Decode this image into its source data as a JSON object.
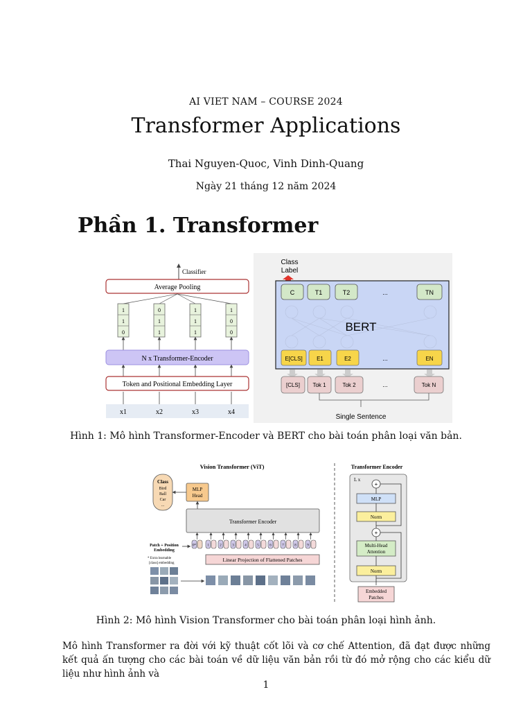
{
  "header": {
    "course": "AI VIET NAM – COURSE 2024",
    "title": "Transformer Applications",
    "authors": "Thai Nguyen-Quoc, Vinh Dinh-Quang",
    "date": "Ngày 21 tháng 12 năm 2024"
  },
  "section": {
    "title": "Phần 1. Transformer"
  },
  "figure1": {
    "left": {
      "classifier": "Classifier",
      "avg_pooling": "Average Pooling",
      "vectors": [
        [
          "1",
          "1",
          "0"
        ],
        [
          "0",
          "1",
          "1"
        ],
        [
          "1",
          "1",
          "1"
        ],
        [
          "1",
          "0",
          "0"
        ]
      ],
      "encoder": "N x Transformer-Encoder",
      "embedding": "Token and Positional Embedding Layer",
      "inputs": [
        "x1",
        "x2",
        "x3",
        "x4"
      ]
    },
    "right": {
      "class_label_1": "Class",
      "class_label_2": "Label",
      "top_tokens": [
        "C",
        "T1",
        "T2",
        "...",
        "TN"
      ],
      "bert": "BERT",
      "emb_tokens": [
        "E[CLS]",
        "E1",
        "E2",
        "...",
        "EN"
      ],
      "input_tokens": [
        "[CLS]",
        "Tok 1",
        "Tok 2",
        "...",
        "Tok N"
      ],
      "sentence": "Single Sentence"
    },
    "caption": "Hình 1: Mô hình Transformer-Encoder và BERT cho bài toán phân loại văn bản."
  },
  "figure2": {
    "vit_title": "Vision Transformer (ViT)",
    "class_box": [
      "Class",
      "Bird",
      "Ball",
      "Car",
      "..."
    ],
    "mlp_head": [
      "MLP",
      "Head"
    ],
    "transformer_encoder": "Transformer Encoder",
    "patch_label": [
      "Patch + Position",
      "Embedding"
    ],
    "extra_label": [
      "* Extra learnable",
      "[class] embedding"
    ],
    "tokens": [
      "0*",
      "1",
      "2",
      "3",
      "4",
      "5",
      "6",
      "7",
      "8",
      "9"
    ],
    "linear_projection": "Linear Projection of Flattened Patches",
    "enc_title": "Transformer Encoder",
    "lx": "L x",
    "mlp": "MLP",
    "norm": "Norm",
    "mha": [
      "Multi-Head",
      "Attention"
    ],
    "embedded": [
      "Embedded",
      "Patches"
    ],
    "caption": "Hình 2: Mô hình Vision Transformer cho bài toán phân loại hình ảnh."
  },
  "body": {
    "paragraph": "Mô hình Transformer ra đời với kỹ thuật cốt lõi và cơ chế Attention, đã đạt được những kết quả ấn tượng cho các bài toán về dữ liệu văn bản rồi từ đó mở rộng cho các kiểu dữ liệu như hình ảnh và"
  },
  "page_number": "1"
}
